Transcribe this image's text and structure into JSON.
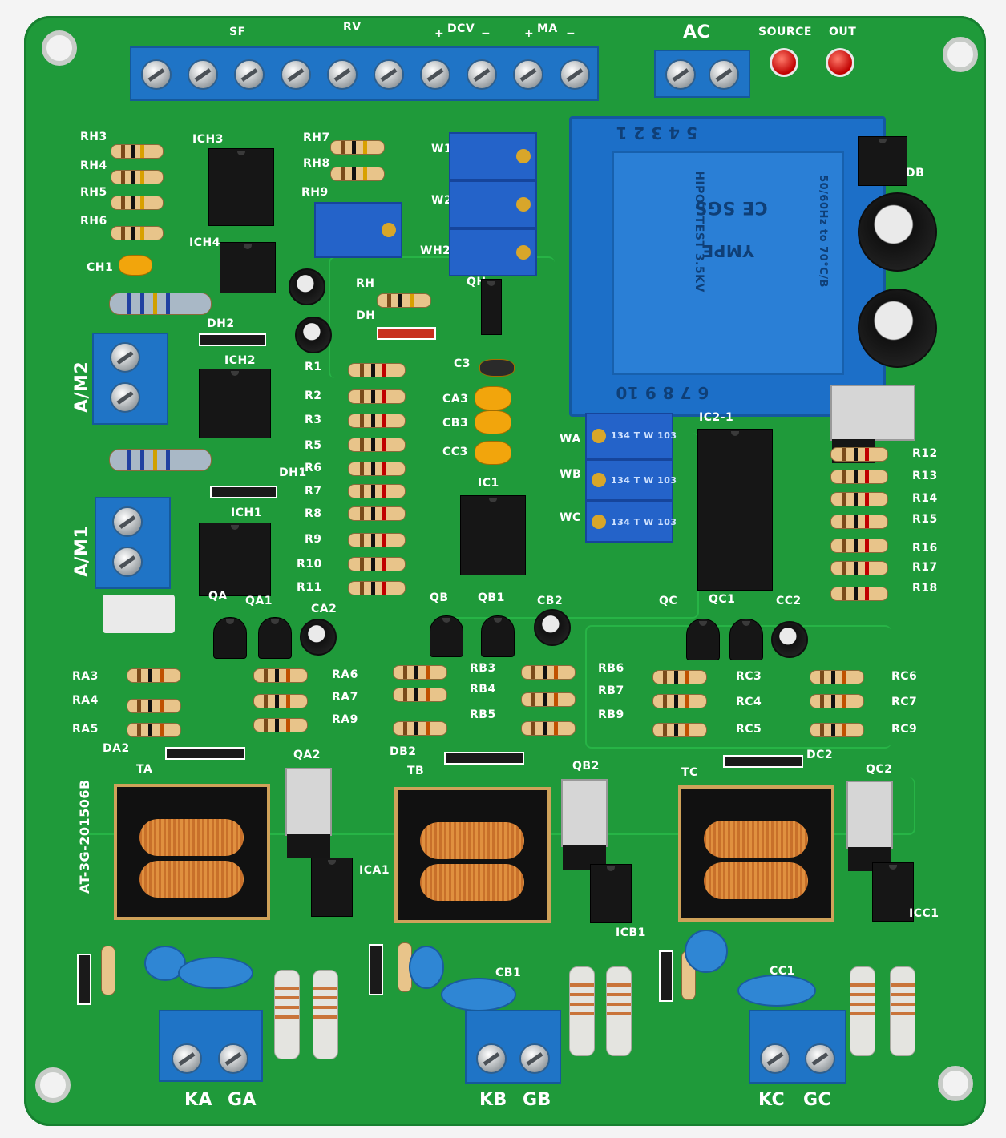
{
  "top_connector": {
    "sf": "SF",
    "rv": "RV",
    "dcv": "DCV",
    "ma": "MA",
    "plus": "+",
    "minus": "−"
  },
  "ac_label": "AC",
  "leds": {
    "source": "SOURCE",
    "out": "OUT"
  },
  "transformer": {
    "pins_top": "5  4  3  2  1",
    "pins_bottom": "6  7  8  9  10",
    "line1": "50/60Hz to 70°C/B",
    "line2": "HIPOT TEST 3.5KV",
    "brand": "CE SGS",
    "maker": "YMPE"
  },
  "labels_left": {
    "rh3": "RH3",
    "rh4": "RH4",
    "rh5": "RH5",
    "rh6": "RH6",
    "ich3": "ICH3",
    "ich4": "ICH4",
    "ich2": "ICH2",
    "ich1": "ICH1",
    "ch1": "CH1",
    "dh2": "DH2",
    "dh1": "DH1",
    "am2": "A/M2",
    "am1": "A/M1",
    "rh7": "RH7",
    "rh8": "RH8",
    "rh9": "RH9",
    "rh": "RH",
    "dh": "DH",
    "w1": "W1",
    "w2": "W2",
    "wh2": "WH2",
    "qh": "QH",
    "db": "DB"
  },
  "labels_mid": {
    "r1": "R1",
    "r2": "R2",
    "r3": "R3",
    "r5": "R5",
    "r6": "R6",
    "r7": "R7",
    "r8": "R8",
    "r9": "R9",
    "r10": "R10",
    "r11": "R11",
    "c3": "C3",
    "ca3": "CA3",
    "cb3": "CB3",
    "cc3": "CC3",
    "ic1": "IC1",
    "wa": "WA",
    "wb": "WB",
    "wc": "WC",
    "ic21": "IC2-1"
  },
  "labels_right": {
    "r12": "R12",
    "r13": "R13",
    "r14": "R14",
    "r15": "R15",
    "r16": "R16",
    "r17": "R17",
    "r18": "R18"
  },
  "labels_qs": {
    "qa": "QA",
    "qa1": "QA1",
    "ca2": "CA2",
    "qb": "QB",
    "qb1": "QB1",
    "cb2": "CB2",
    "qc": "QC",
    "qc1": "QC1",
    "cc2": "CC2"
  },
  "labels_ra": {
    "ra3": "RA3",
    "ra4": "RA4",
    "ra5": "RA5",
    "ra6": "RA6",
    "ra7": "RA7",
    "ra9": "RA9",
    "rb3": "RB3",
    "rb4": "RB4",
    "rb5": "RB5",
    "rb6": "RB6",
    "rb7": "RB7",
    "rb9": "RB9",
    "rc3": "RC3",
    "rc4": "RC4",
    "rc5": "RC5",
    "rc6": "RC6",
    "rc7": "RC7",
    "rc9": "RC9"
  },
  "labels_power": {
    "da2": "DA2",
    "qa2": "QA2",
    "ta": "TA",
    "ica1": "ICA1",
    "db2": "DB2",
    "qb2": "QB2",
    "tb": "TB",
    "icb1": "ICB1",
    "cb1": "CB1",
    "dc2": "DC2",
    "qc2": "QC2",
    "tc": "TC",
    "icc1": "ICC1",
    "cc1": "CC1"
  },
  "board_id": "AT-3G-201506B",
  "outputs": {
    "ka": "KA",
    "ga": "GA",
    "kb": "KB",
    "gb": "GB",
    "kc": "KC",
    "gc": "GC"
  },
  "pot_marking": "134 T W 103"
}
